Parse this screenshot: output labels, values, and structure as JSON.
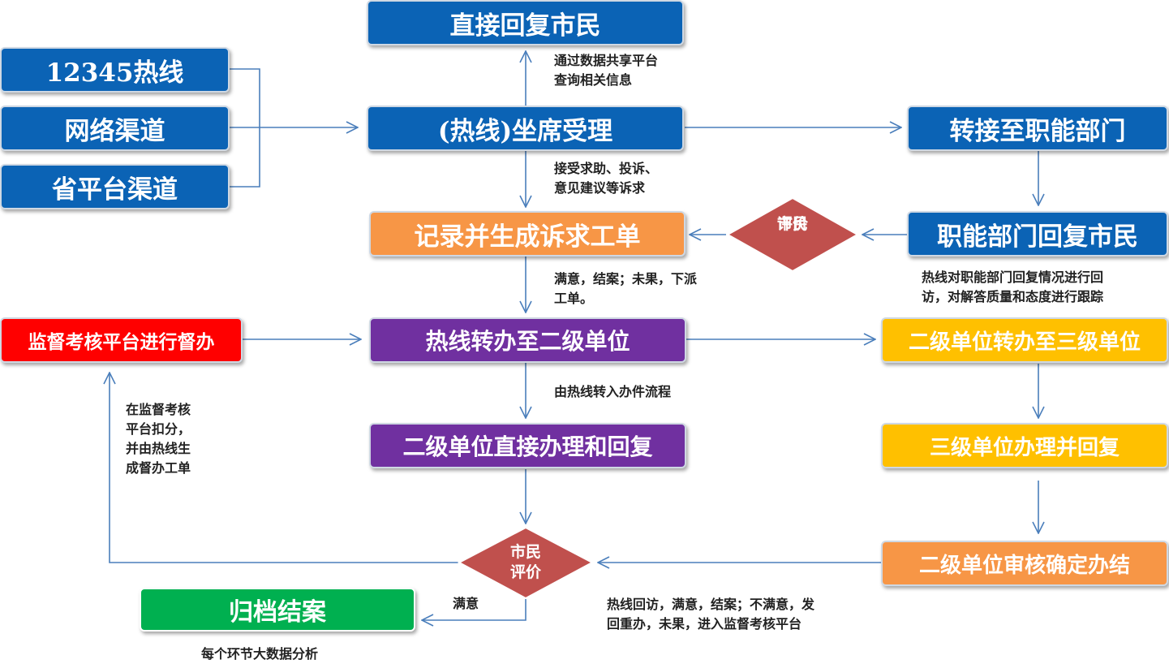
{
  "colors": {
    "blue": "#0b63b5",
    "orange": "#f79646",
    "purple": "#7030a0",
    "red": "#ff0000",
    "yellow": "#ffc000",
    "green": "#00b050",
    "diamond": "#c0504d",
    "arrow": "#4a7ebb"
  },
  "nodes": {
    "reply_citizen": "直接回复市民",
    "hotline_12345": "12345热线",
    "network_channel": "网络渠道",
    "provincial_channel": "省平台渠道",
    "seat_accept": "(热线)坐席受理",
    "transfer_dept": "转接至职能部门",
    "record_order": "记录并生成诉求工单",
    "dept_reply": "职能部门回复市民",
    "supervision": "监督考核平台进行督办",
    "hotline_to_level2": "热线转办至二级单位",
    "level2_to_level3": "二级单位转办至三级单位",
    "level2_handle": "二级单位直接办理和回复",
    "level3_handle": "三级单位办理并回复",
    "level2_confirm": "二级单位审核确定办结",
    "archive": "归档结案"
  },
  "diamonds": {
    "eval_top": [
      "市民",
      "评价"
    ],
    "eval_bottom": [
      "市民",
      "评价"
    ]
  },
  "notes": {
    "share_data": [
      "通过数据共享平台",
      "查询相关信息"
    ],
    "accept_help": [
      "接受求助、投诉、",
      "意见建议等诉求"
    ],
    "satisfied": [
      "满意，结案；未果，下派",
      "工单。"
    ],
    "followup": [
      "热线对职能部门回复情况进行回",
      "访，对解答质量和态度进行跟踪"
    ],
    "flow": "由热线转入办件流程",
    "deduct": [
      "在监督考核",
      "平台扣分，",
      "并由热线生",
      "成督办工单"
    ],
    "satisfied_short": "满意",
    "revisit": [
      "热线回访，满意，结案；不满意，发",
      "回重办，未果，进入监督考核平台"
    ],
    "bigdata": "每个环节大数据分析"
  }
}
